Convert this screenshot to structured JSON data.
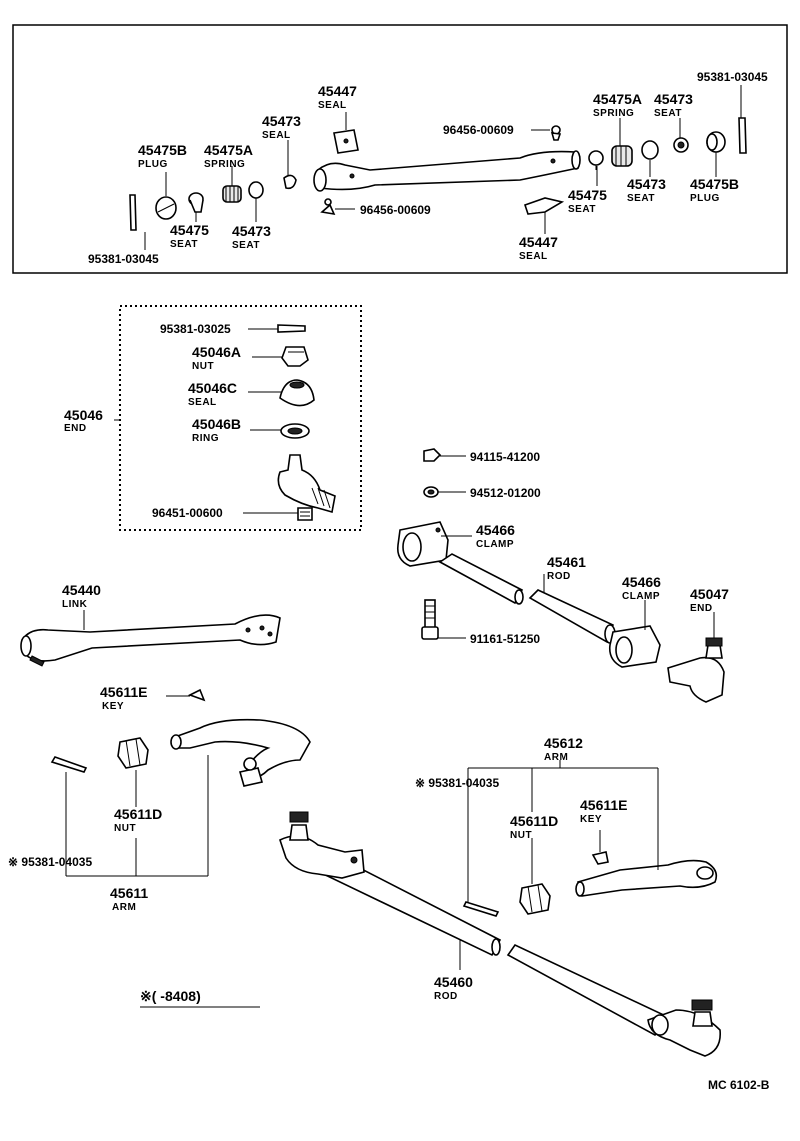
{
  "labels": {
    "top": {
      "p45447_a": {
        "num": "45447",
        "desc": "SEAL"
      },
      "p45473_a": {
        "num": "45473",
        "desc": "SEAL"
      },
      "p45475B_a": {
        "num": "45475B",
        "desc": "PLUG"
      },
      "p45475A_a": {
        "num": "45475A",
        "desc": "SPRING"
      },
      "p45475_a": {
        "num": "45475",
        "desc": "SEAT"
      },
      "p45473_b": {
        "num": "45473",
        "desc": "SEAT"
      },
      "p95381_03045_a": "95381-03045",
      "p96456_00609_a": "96456-00609",
      "p96456_00609_b": "96456-00609",
      "p45475A_b": {
        "num": "45475A",
        "desc": "SPRING"
      },
      "p45473_c": {
        "num": "45473",
        "desc": "SEAT"
      },
      "p95381_03045_b": "95381-03045",
      "p45475_b": {
        "num": "45475",
        "desc": "SEAT"
      },
      "p45473_d": {
        "num": "45473",
        "desc": "SEAT"
      },
      "p45475B_b": {
        "num": "45475B",
        "desc": "PLUG"
      },
      "p45447_b": {
        "num": "45447",
        "desc": "SEAL"
      }
    },
    "end_box": {
      "p95381_03025": "95381-03025",
      "p45046A": {
        "num": "45046A",
        "desc": "NUT"
      },
      "p45046C": {
        "num": "45046C",
        "desc": "SEAL"
      },
      "p45046": {
        "num": "45046",
        "desc": "END"
      },
      "p45046B": {
        "num": "45046B",
        "desc": "RING"
      },
      "p96451_00600": "96451-00600"
    },
    "right_mid": {
      "p94115_41200": "94115-41200",
      "p94512_01200": "94512-01200",
      "p45466_a": {
        "num": "45466",
        "desc": "CLAMP"
      },
      "p45461": {
        "num": "45461",
        "desc": "ROD"
      },
      "p45466_b": {
        "num": "45466",
        "desc": "CLAMP"
      },
      "p45047": {
        "num": "45047",
        "desc": "END"
      },
      "p91161_51250": "91161-51250"
    },
    "left_mid": {
      "p45440": {
        "num": "45440",
        "desc": "LINK"
      },
      "p45611E_a": {
        "num": "45611E",
        "desc": "KEY"
      },
      "p45611D_a": {
        "num": "45611D",
        "desc": "NUT"
      },
      "p95381_04035_a": "※ 95381-04035",
      "p45611": {
        "num": "45611",
        "desc": "ARM"
      }
    },
    "bottom": {
      "p45612": {
        "num": "45612",
        "desc": "ARM"
      },
      "p95381_04035_b": "※ 95381-04035",
      "p45611D_b": {
        "num": "45611D",
        "desc": "NUT"
      },
      "p45611E_b": {
        "num": "45611E",
        "desc": "KEY"
      },
      "p45460": {
        "num": "45460",
        "desc": "ROD"
      },
      "note": "※(      -8408)",
      "code": "MC 6102-B"
    }
  }
}
